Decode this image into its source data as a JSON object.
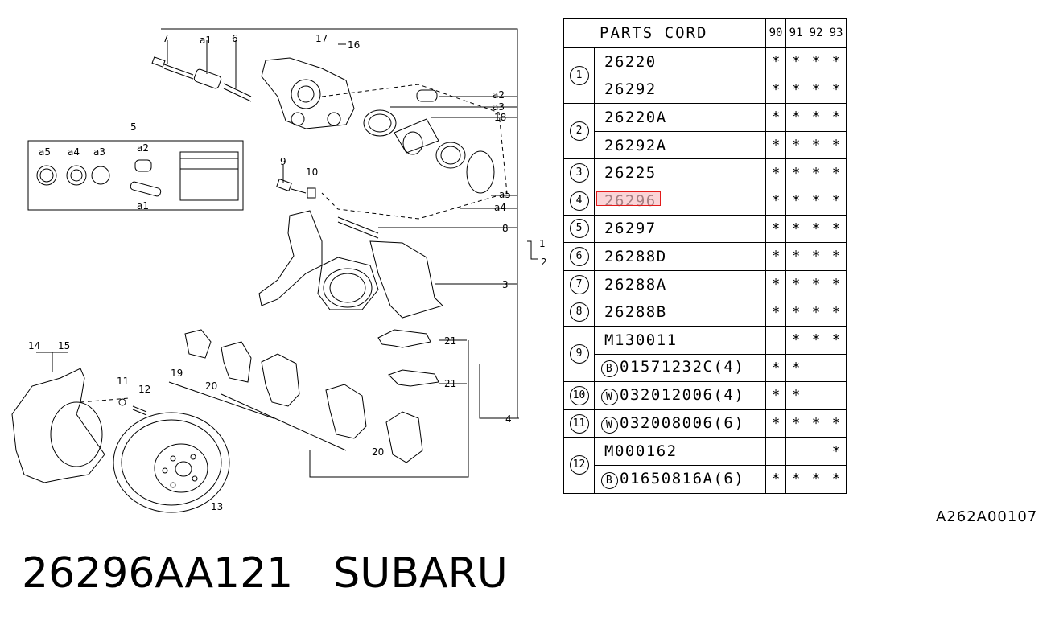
{
  "diagram": {
    "callouts": {
      "c7": "7",
      "c6": "6",
      "ca1_top": "a1",
      "c17": "17",
      "c16": "16",
      "c5": "5",
      "ca5": "a5",
      "ca4": "a4",
      "ca3": "a3",
      "ca2_box": "a2",
      "ca1_box": "a1",
      "ca2": "a2",
      "ca3r": "a3",
      "c18": "18",
      "ca5r": "a5",
      "ca4r": "a4",
      "c9": "9",
      "c10": "10",
      "c8": "8",
      "c1": "1",
      "c2": "2",
      "c3": "3",
      "c14": "14",
      "c15": "15",
      "c11": "11",
      "c12": "12",
      "c19": "19",
      "c20a": "20",
      "c21a": "21",
      "c21b": "21",
      "c4": "4",
      "c20b": "20",
      "c13": "13"
    }
  },
  "table": {
    "header": "PARTS CORD",
    "years": [
      "90",
      "91",
      "92",
      "93"
    ],
    "rows": [
      {
        "num": "1",
        "code": "26220",
        "marks": [
          "*",
          "*",
          "*",
          "*"
        ]
      },
      {
        "num": "",
        "code": "26292",
        "marks": [
          "*",
          "*",
          "*",
          "*"
        ]
      },
      {
        "num": "2",
        "code": "26220A",
        "marks": [
          "*",
          "*",
          "*",
          "*"
        ]
      },
      {
        "num": "",
        "code": "26292A",
        "marks": [
          "*",
          "*",
          "*",
          "*"
        ]
      },
      {
        "num": "3",
        "code": "26225",
        "marks": [
          "*",
          "*",
          "*",
          "*"
        ]
      },
      {
        "num": "4",
        "code": "26296",
        "marks": [
          "*",
          "*",
          "*",
          "*"
        ]
      },
      {
        "num": "5",
        "code": "26297",
        "marks": [
          "*",
          "*",
          "*",
          "*"
        ]
      },
      {
        "num": "6",
        "code": "26288D",
        "marks": [
          "*",
          "*",
          "*",
          "*"
        ]
      },
      {
        "num": "7",
        "code": "26288A",
        "marks": [
          "*",
          "*",
          "*",
          "*"
        ]
      },
      {
        "num": "8",
        "code": "26288B",
        "marks": [
          "*",
          "*",
          "*",
          "*"
        ]
      },
      {
        "num": "9",
        "code": "M130011",
        "marks": [
          "",
          "*",
          "*",
          "*"
        ]
      },
      {
        "num": "",
        "prefix": "B",
        "code": "01571232C(4)",
        "marks": [
          "*",
          "*",
          "",
          ""
        ]
      },
      {
        "num": "10",
        "prefix": "W",
        "code": "032012006(4)",
        "marks": [
          "*",
          "*",
          "",
          ""
        ]
      },
      {
        "num": "11",
        "prefix": "W",
        "code": "032008006(6)",
        "marks": [
          "*",
          "*",
          "*",
          "*"
        ]
      },
      {
        "num": "12",
        "code": "M000162",
        "marks": [
          "",
          "",
          "",
          "*"
        ]
      },
      {
        "num": "",
        "prefix": "B",
        "code": "01650816A(6)",
        "marks": [
          "*",
          "*",
          "*",
          "*"
        ]
      }
    ]
  },
  "ref_code": "A262A00107",
  "footer": {
    "part_number": "26296AA121",
    "brand": "SUBARU"
  },
  "colors": {
    "highlight": "#e21b1b"
  }
}
